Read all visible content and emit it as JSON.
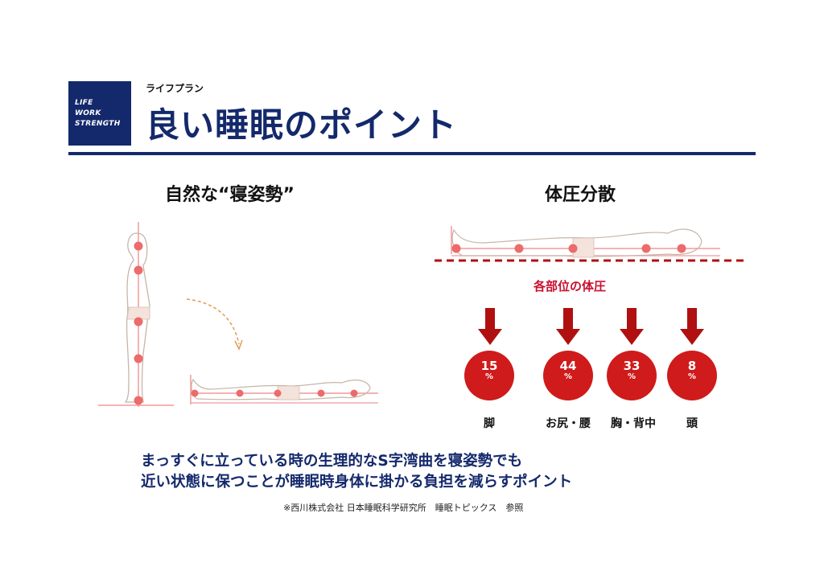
{
  "header": {
    "logo_lines": [
      "LIFE",
      "WORK",
      "STRENGTH"
    ],
    "subtitle": "ライフプラン",
    "title": "良い睡眠のポイント"
  },
  "left_section": {
    "heading": "自然な“寝姿勢”"
  },
  "right_section": {
    "heading": "体圧分散",
    "pressure_title": "各部位の体圧",
    "parts": [
      {
        "value": "15",
        "unit": "%",
        "label": "脚"
      },
      {
        "value": "44",
        "unit": "%",
        "label": "お尻・腰"
      },
      {
        "value": "33",
        "unit": "%",
        "label": "胸・背中"
      },
      {
        "value": "8",
        "unit": "%",
        "label": "頭"
      }
    ]
  },
  "summary": {
    "line1": "まっすぐに立っている時の生理的なS字湾曲を寝姿勢でも",
    "line2": "近い状態に保つことが睡眠時身体に掛かる負担を減らすポイント"
  },
  "source": "※西川株式会社 日本睡眠科学研究所　睡眠トピックス　参照",
  "colors": {
    "navy": "#14296b",
    "red": "#cf1b1b",
    "dark_red": "#b01010",
    "line_pink": "#f19a9a"
  }
}
